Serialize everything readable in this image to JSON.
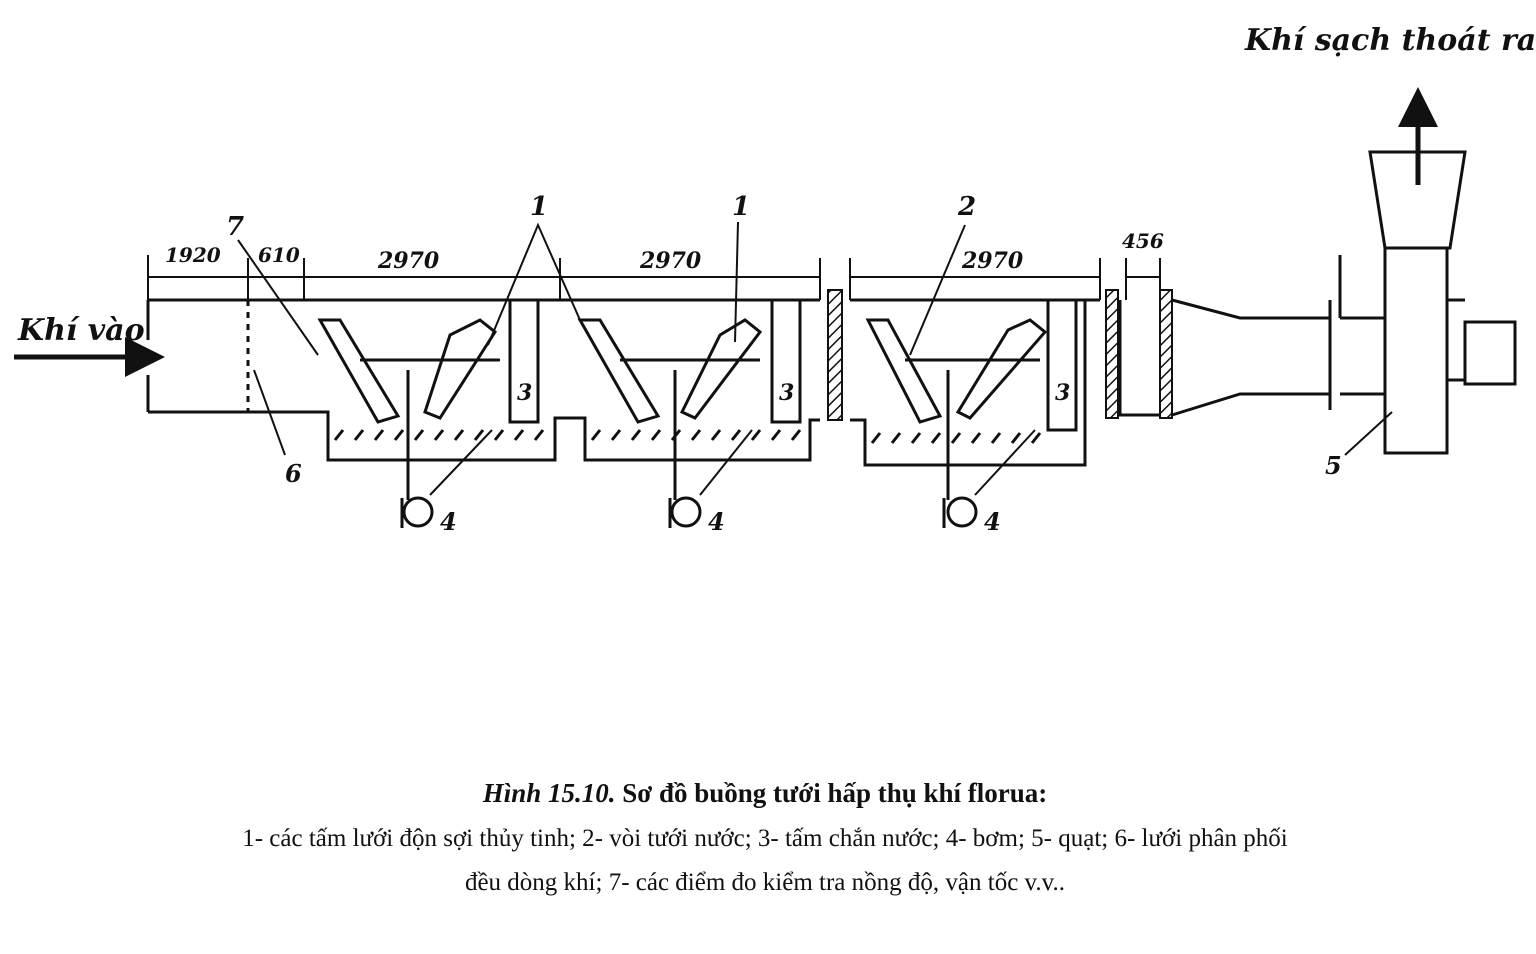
{
  "labels": {
    "inlet": "Khí vào",
    "outlet": "Khí sạch thoát ra"
  },
  "dimensions": [
    "1920",
    "610",
    "2970",
    "2970",
    "2970",
    "456"
  ],
  "callouts": {
    "mesh_plates": "1",
    "nozzles": "2",
    "baffles": "3",
    "pumps": "4",
    "fan": "5",
    "distributor": "6",
    "measure_point": "7"
  },
  "caption": {
    "figure_number": "Hình 15.10.",
    "title": "Sơ đồ buồng tưới hấp thụ khí florua:",
    "line1": "1- các tấm lưới độn sợi thủy tinh; 2- vòi tưới nước; 3- tấm chắn nước; 4- bơm; 5- quạt; 6- lưới phân phối",
    "line2": "đều dòng khí; 7- các điểm đo kiểm tra nồng độ, vận tốc v.v.."
  }
}
